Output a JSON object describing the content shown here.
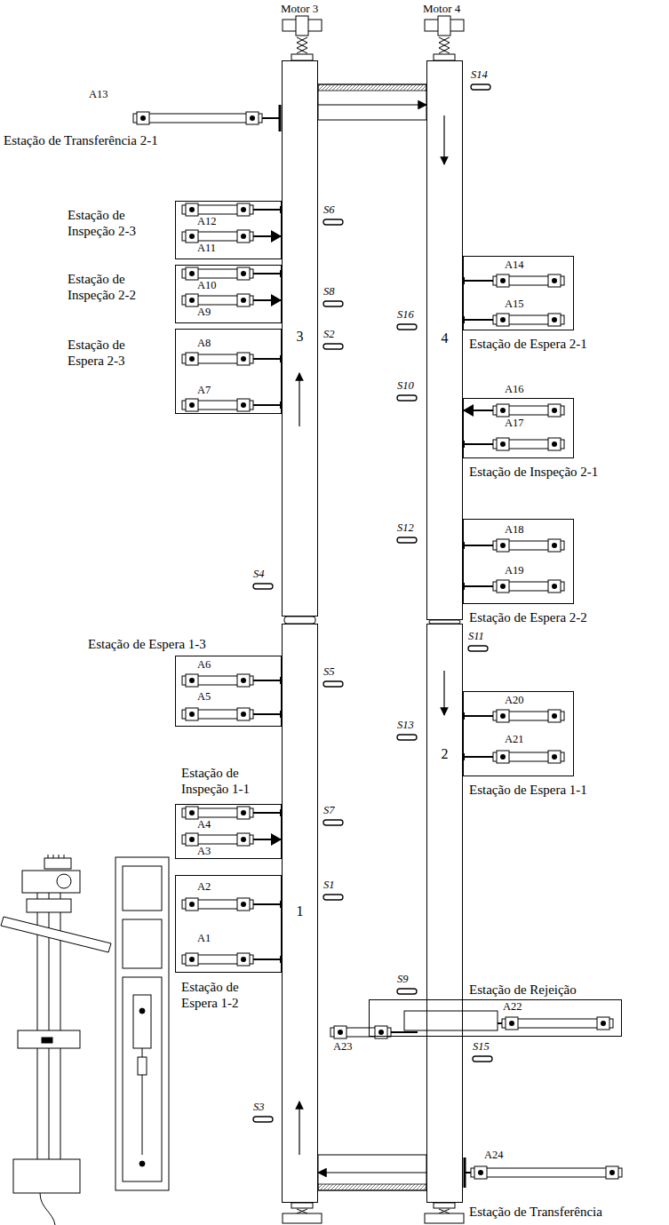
{
  "diagram": {
    "nodes": [
      {
        "text": [
          "Estação de Inspeção 2-3"
        ]
      },
      {
        "text": [
          "Estação de Inspeção 2-2"
        ]
      },
      {
        "text": [
          "3"
        ]
      },
      {
        "text": [
          "4"
        ]
      },
      {
        "text": [
          "Estação de Espera 2-1"
        ]
      },
      {
        "text": [
          "Estação de Espera 2-3"
        ]
      },
      {
        "text": [
          "Estação de Inspeção 2-1"
        ]
      },
      {
        "text": [
          "Estação de Espera 2-2"
        ]
      },
      {
        "text": [
          "Estação de Espera 1-3"
        ]
      },
      {
        "text": [
          "Estação de Espera 1-1"
        ]
      },
      {
        "text": [
          "Estação de Inspeção 1-1"
        ]
      },
      {
        "text": [
          "1"
        ]
      },
      {
        "text": [
          "2"
        ]
      },
      {
        "text": [
          "Estação de Espera 1-2"
        ]
      },
      {
        "text": [
          "Estação de Rejeição"
        ]
      }
    ],
    "edges": [
      {
        "from": 2,
        "to": 3,
        "arrow": "to"
      },
      {
        "from": 12,
        "to": 11,
        "arrow": "to"
      }
    ],
    "labels": [
      "Motor 3",
      "Motor 4",
      "Estação de Transferência 2-1",
      "A13",
      "S14",
      "S6",
      "A12",
      "A11",
      "S8",
      "A10",
      "A9",
      "S16",
      "S2",
      "A14",
      "A8",
      "A15",
      "S10",
      "A16",
      "A7",
      "A17",
      "A18",
      "S12",
      "A19",
      "S4",
      "S11",
      "A6",
      "S5",
      "A20",
      "A5",
      "S13",
      "A21",
      "A4",
      "S7",
      "A3",
      "S1",
      "A2",
      "A1",
      "S9",
      "A22",
      "A23",
      "S15",
      "S3",
      "A24",
      "Estação de Transferência"
    ]
  }
}
